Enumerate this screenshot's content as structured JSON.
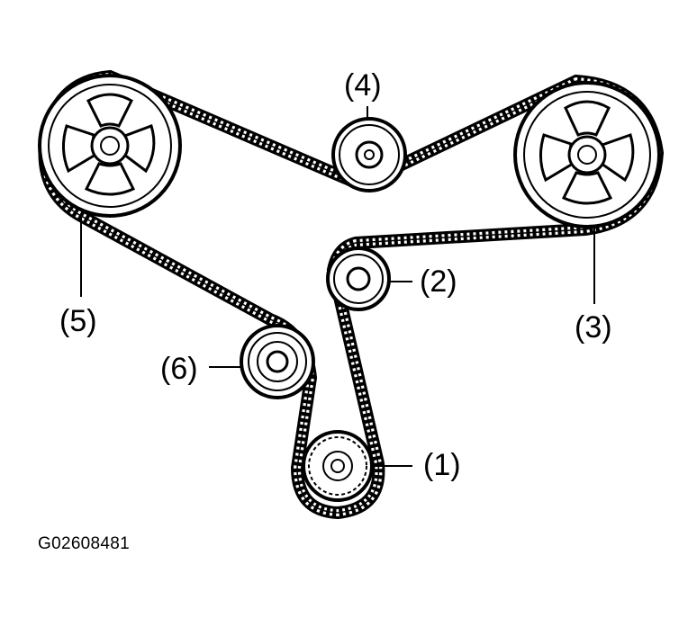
{
  "diagram": {
    "figure_id": "G02608481",
    "callouts": {
      "c1": "(1)",
      "c2": "(2)",
      "c3": "(3)",
      "c4": "(4)",
      "c5": "(5)",
      "c6": "(6)"
    },
    "colors": {
      "ink": "#000000",
      "paper": "#ffffff"
    }
  }
}
